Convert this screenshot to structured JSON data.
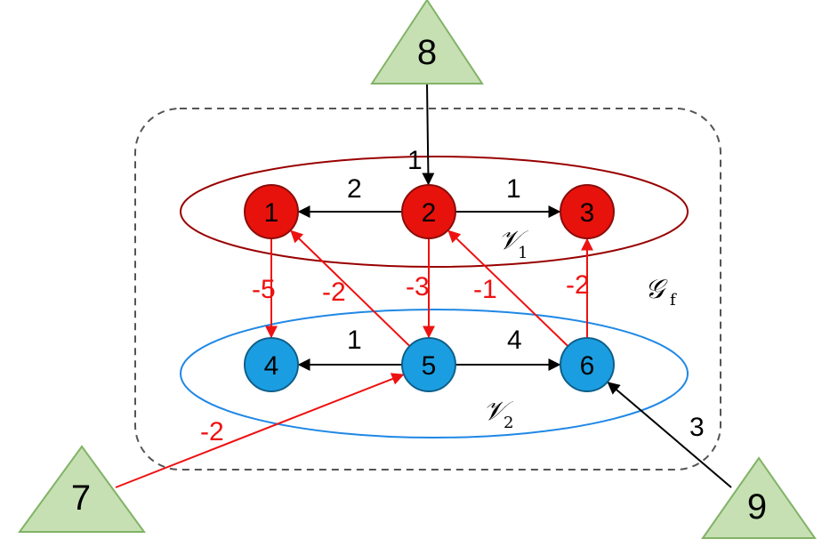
{
  "colors": {
    "red_node": "#e8120c",
    "blue_node": "#1b9ee1",
    "triangle_fill": "#c6e0b4",
    "triangle_stroke": "#82b366",
    "red_edge": "#ee1111",
    "black_edge": "#000000",
    "v1_ellipse": "#990000",
    "v2_ellipse": "#1f88e5",
    "boundary": "#555555"
  },
  "nodes": [
    {
      "id": "1",
      "label": "1",
      "group": "V1"
    },
    {
      "id": "2",
      "label": "2",
      "group": "V1"
    },
    {
      "id": "3",
      "label": "3",
      "group": "V1"
    },
    {
      "id": "4",
      "label": "4",
      "group": "V2"
    },
    {
      "id": "5",
      "label": "5",
      "group": "V2"
    },
    {
      "id": "6",
      "label": "6",
      "group": "V2"
    }
  ],
  "external_nodes": [
    {
      "id": "7",
      "label": "7"
    },
    {
      "id": "8",
      "label": "8"
    },
    {
      "id": "9",
      "label": "9"
    }
  ],
  "edges": [
    {
      "from": "2",
      "to": "1",
      "weight": "2",
      "color": "black"
    },
    {
      "from": "2",
      "to": "3",
      "weight": "1",
      "color": "black"
    },
    {
      "from": "8",
      "to": "2",
      "weight": "1",
      "color": "black"
    },
    {
      "from": "5",
      "to": "4",
      "weight": "1",
      "color": "black"
    },
    {
      "from": "5",
      "to": "6",
      "weight": "4",
      "color": "black"
    },
    {
      "from": "9",
      "to": "6",
      "weight": "3",
      "color": "black"
    },
    {
      "from": "1",
      "to": "4",
      "weight": "-5",
      "color": "red"
    },
    {
      "from": "5",
      "to": "1",
      "weight": "-2",
      "color": "red"
    },
    {
      "from": "2",
      "to": "5",
      "weight": "-3",
      "color": "red"
    },
    {
      "from": "6",
      "to": "2",
      "weight": "-1",
      "color": "red"
    },
    {
      "from": "6",
      "to": "3",
      "weight": "-2",
      "color": "red"
    },
    {
      "from": "7",
      "to": "5",
      "weight": "-2",
      "color": "red"
    }
  ],
  "set_labels": {
    "v1": {
      "letter": "𝒱",
      "subscript": "1"
    },
    "v2": {
      "letter": "𝒱",
      "subscript": "2"
    },
    "gf": {
      "letter": "𝒢",
      "subscript": "f"
    }
  }
}
